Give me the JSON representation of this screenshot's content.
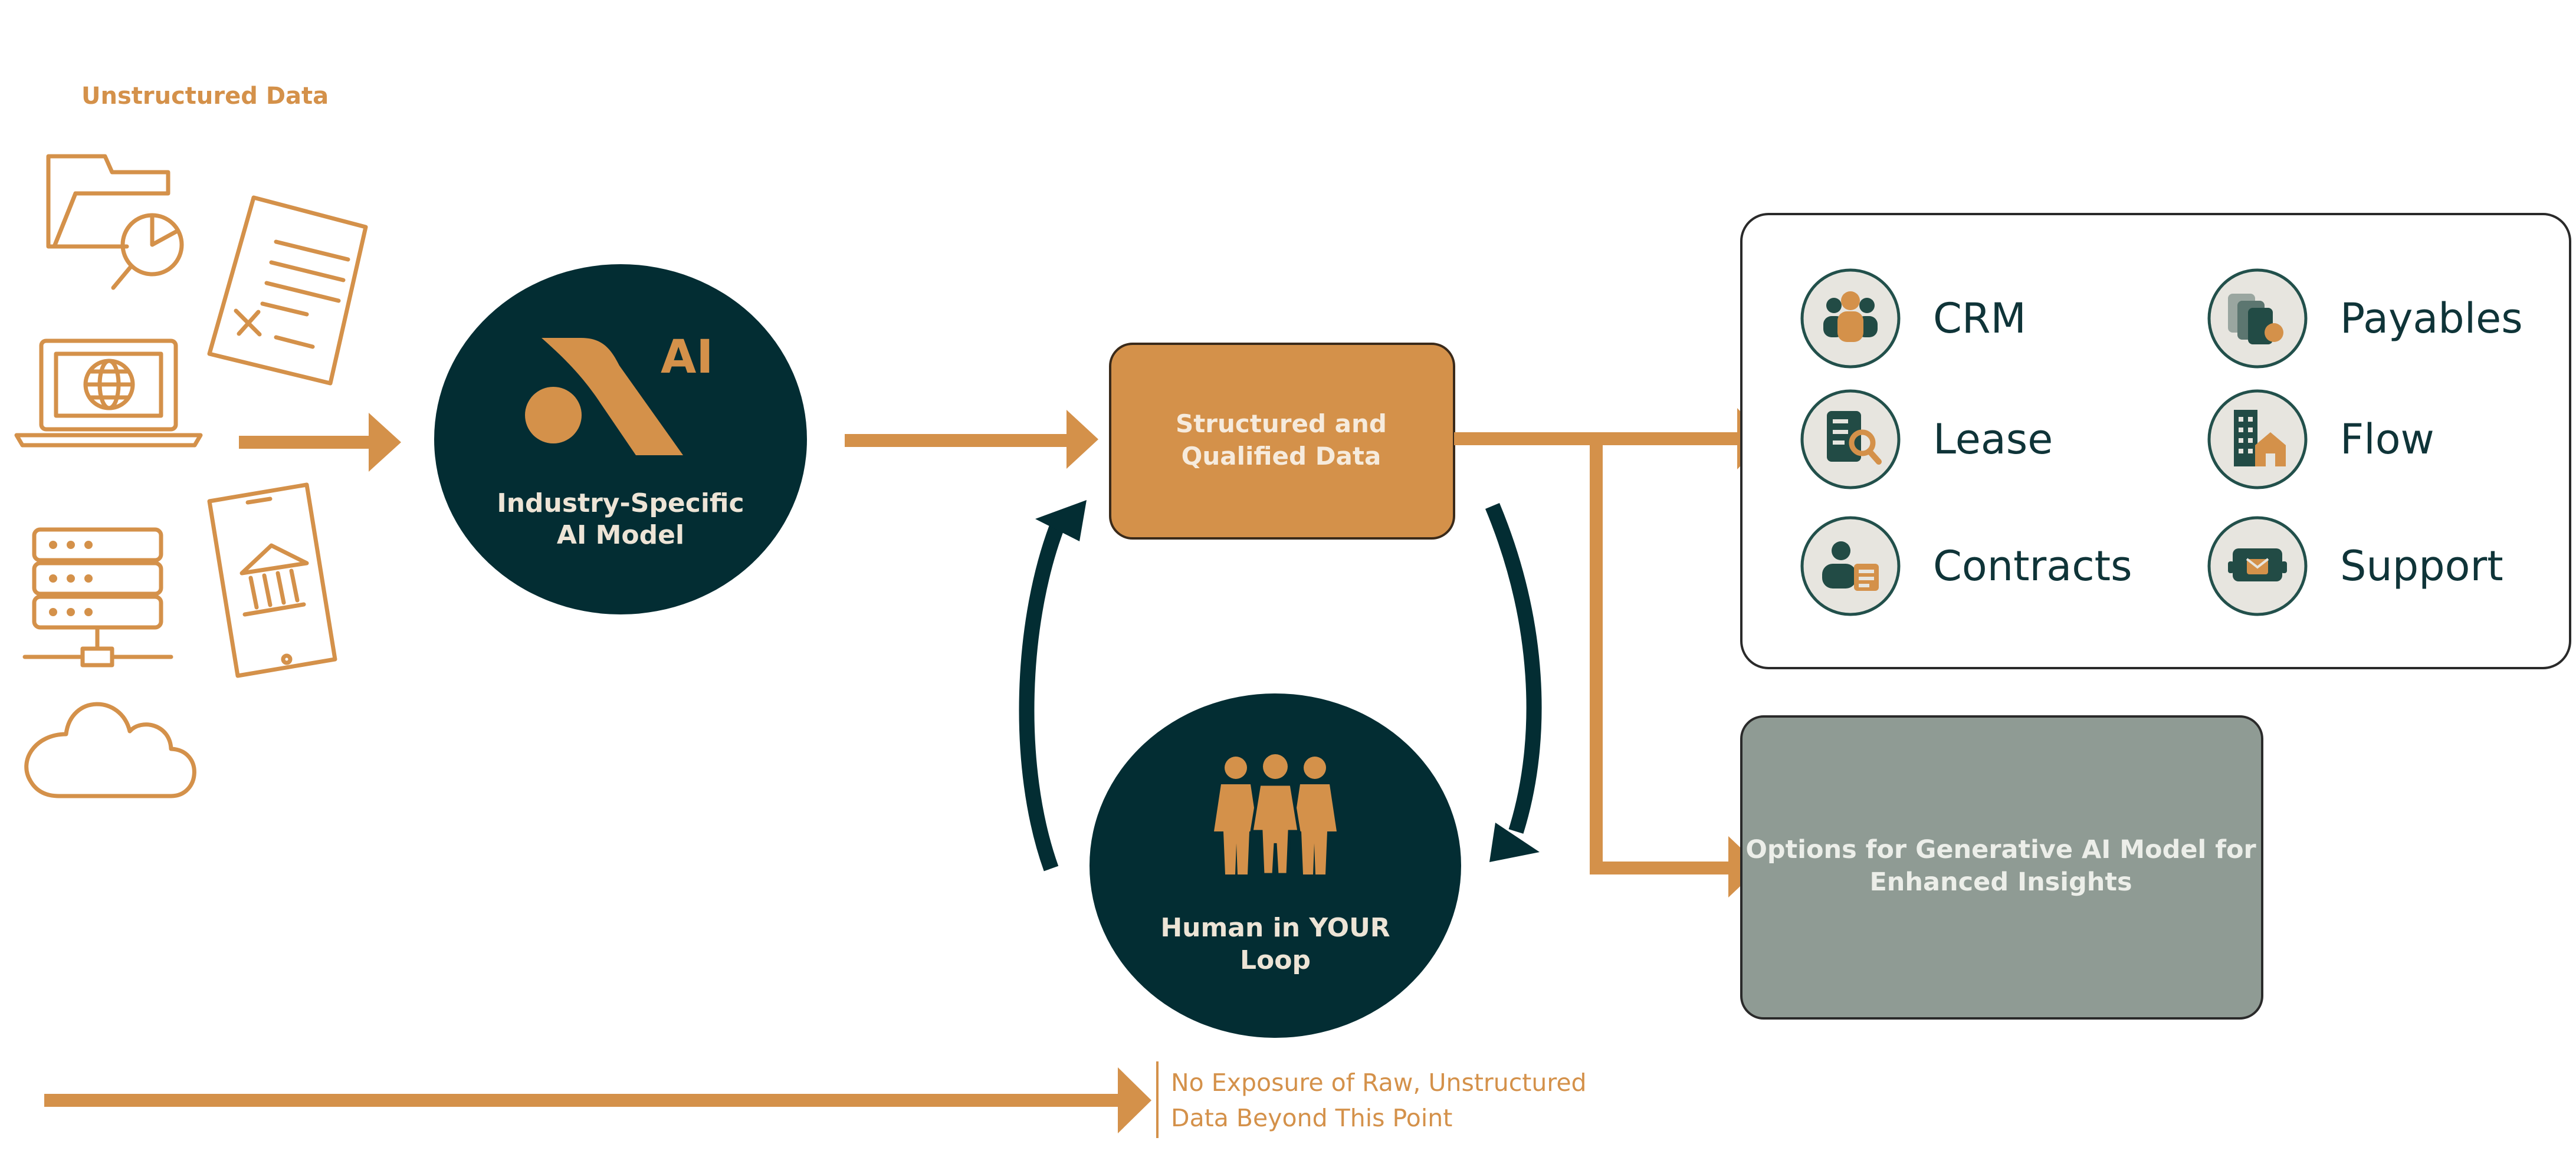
{
  "colors": {
    "orange": "#D4914A",
    "dark_teal": "#032D33",
    "gray_box": "#8F9B94",
    "light_text": "#EDE4D6",
    "app_text": "#0F3438",
    "icon_circle_bg": "#E7E5DF",
    "icon_green": "#224B45"
  },
  "sources": {
    "heading": "Unstructured Data",
    "icons": [
      "folder-search-icon",
      "document-icon",
      "laptop-globe-icon",
      "tablet-bank-icon",
      "server-icon",
      "cloud-icon"
    ]
  },
  "ai_model": {
    "badge": "AI",
    "line1": "Industry-Specific",
    "line2": "AI Model",
    "logo_icon": "brand-logo-icon"
  },
  "structured": {
    "line1": "Structured and",
    "line2": "Qualified Data"
  },
  "human": {
    "line1": "Human in YOUR",
    "line2": "Loop",
    "icon": "people-icon"
  },
  "apps": [
    {
      "label": "CRM",
      "icon": "crm-icon"
    },
    {
      "label": "Payables",
      "icon": "payables-icon"
    },
    {
      "label": "Lease",
      "icon": "lease-icon"
    },
    {
      "label": "Flow",
      "icon": "flow-icon"
    },
    {
      "label": "Contracts",
      "icon": "contracts-icon"
    },
    {
      "label": "Support",
      "icon": "support-icon"
    }
  ],
  "generative": {
    "line1": "Options for Generative AI Model for",
    "line2": "Enhanced Insights"
  },
  "note": {
    "line1": "No Exposure of Raw, Unstructured",
    "line2": "Data Beyond This Point"
  }
}
